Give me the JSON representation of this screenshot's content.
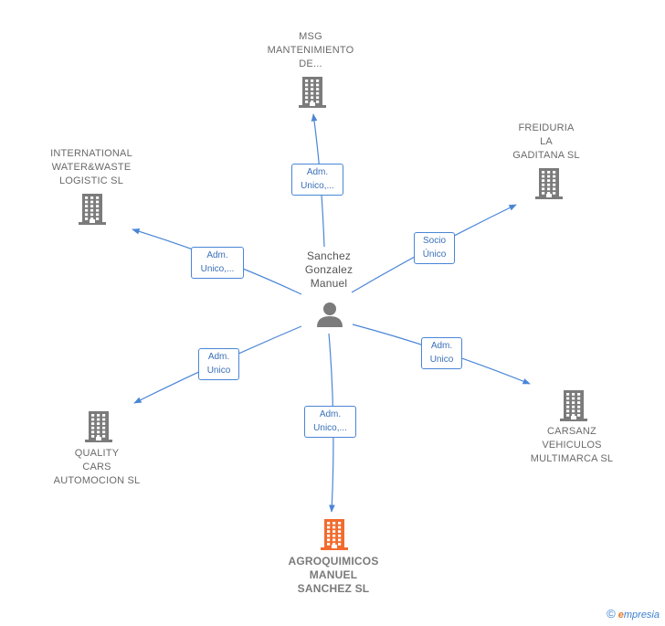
{
  "center": {
    "name": "Sanchez\nGonzalez\nManuel",
    "icon": "person-icon"
  },
  "companies": {
    "msg": {
      "name": "MSG\nMANTENIMIENTO\nDE...",
      "icon": "building-icon"
    },
    "freiduria": {
      "name": "FREIDURIA\nLA\nGADITANA  SL",
      "icon": "building-icon"
    },
    "international": {
      "name": "INTERNATIONAL\nWATER&WASTE\nLOGISTIC  SL",
      "icon": "building-icon"
    },
    "quality": {
      "name": "QUALITY\nCARS\nAUTOMOCION SL",
      "icon": "building-icon"
    },
    "carsanz": {
      "name": "CARSANZ\nVEHICULOS\nMULTIMARCA SL",
      "icon": "building-icon"
    },
    "agroquimicos": {
      "name": "AGROQUIMICOS\nMANUEL\nSANCHEZ  SL",
      "icon": "building-icon",
      "highlight": true
    }
  },
  "edges": {
    "msg": "Adm.\nUnico,...",
    "freiduria": "Socio\nÚnico",
    "international": "Adm.\nUnico,...",
    "quality": "Adm.\nUnico",
    "carsanz": "Adm.\nUnico",
    "agroquimicos": "Adm.\nUnico,..."
  },
  "colors": {
    "edge": "#4a86d6",
    "node_gray": "#7b7b7b",
    "node_highlight": "#f26b2e"
  },
  "footer": {
    "copyright": "©",
    "brand_first": "e",
    "brand_rest": "mpresia"
  }
}
